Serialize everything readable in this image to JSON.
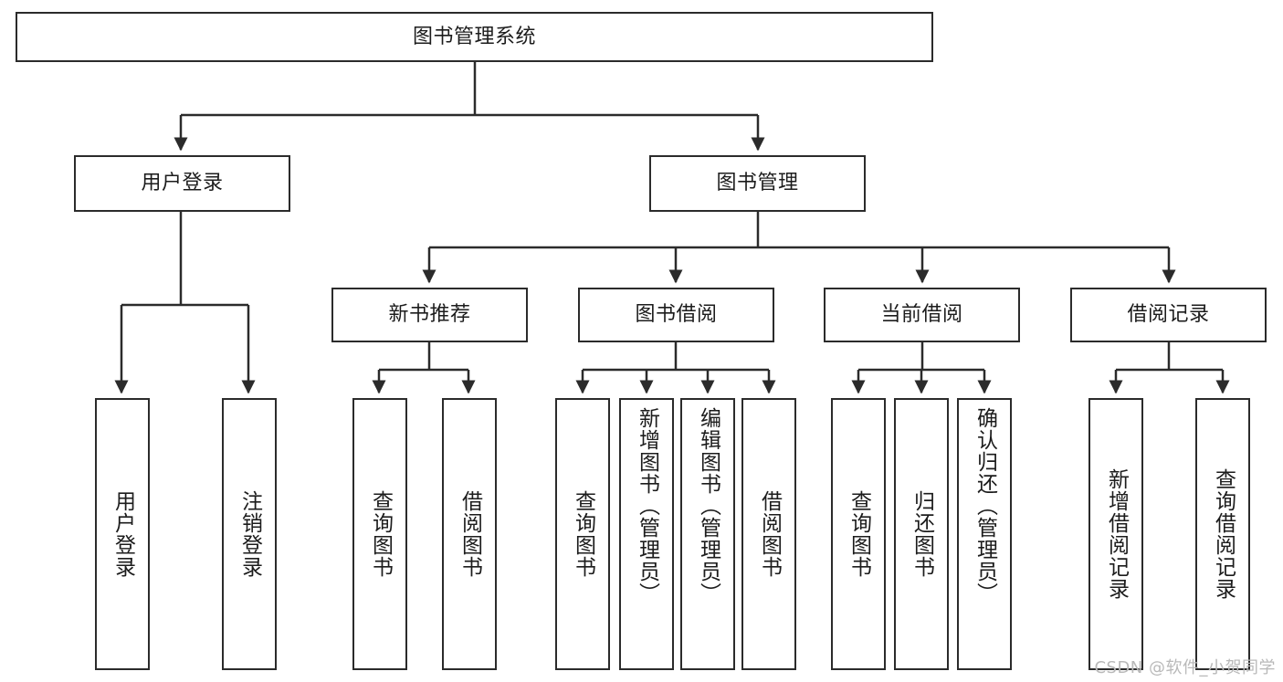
{
  "diagram": {
    "type": "tree-hierarchy",
    "title": "图书管理系统",
    "watermark": "CSDN @软件_小贺同学",
    "colors": {
      "border": "#2b2b2b",
      "background": "#ffffff",
      "text": "#1c1c1c",
      "watermark": "#b9b9b9"
    },
    "levels": {
      "root": {
        "label": "图书管理系统"
      },
      "level2": [
        {
          "label": "用户登录"
        },
        {
          "label": "图书管理"
        }
      ],
      "level3": [
        {
          "label": "新书推荐"
        },
        {
          "label": "图书借阅"
        },
        {
          "label": "当前借阅"
        },
        {
          "label": "借阅记录"
        }
      ],
      "leaves": {
        "user_login": [
          {
            "label": "用户登录"
          },
          {
            "label": "注销登录"
          }
        ],
        "new_book_recommend": [
          {
            "label": "查询图书"
          },
          {
            "label": "借阅图书"
          }
        ],
        "book_borrow": [
          {
            "label": "查询图书"
          },
          {
            "label": "新增图书（管理员）"
          },
          {
            "label": "编辑图书（管理员）"
          },
          {
            "label": "借阅图书"
          }
        ],
        "current_borrow": [
          {
            "label": "查询图书"
          },
          {
            "label": "归还图书"
          },
          {
            "label": "确认归还（管理员）"
          }
        ],
        "borrow_record": [
          {
            "label": "新增借阅记录"
          },
          {
            "label": "查询借阅记录"
          }
        ]
      }
    }
  }
}
